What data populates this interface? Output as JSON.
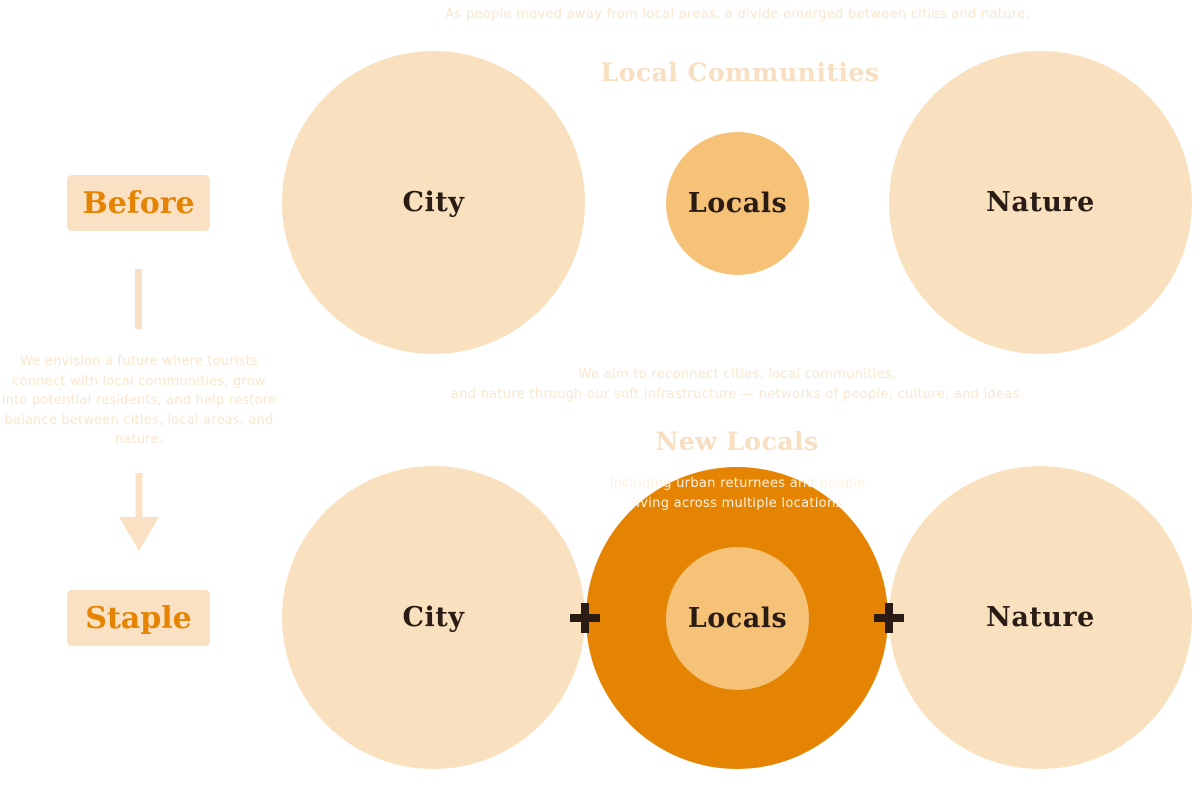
{
  "intro_text": "As people moved away from local areas, a divide emerged between cities and nature.",
  "before": {
    "heading": "Local Communities",
    "badge": "Before",
    "city_label": "City",
    "locals_label": "Locals",
    "nature_label": "Nature"
  },
  "transition": {
    "vision_text": "We envision a future where tourists connect with local communities, grow into potential residents, and help restore balance between cities, local areas, and nature.",
    "mission_line1": "We aim to reconnect cities, local communities,",
    "mission_line2": "and nature through our soft infrastructure — networks of people, culture, and ideas."
  },
  "after": {
    "heading": "New Locals",
    "badge": "Staple",
    "description": "Including urban returnees and people living across multiple locations",
    "city_label": "City",
    "locals_label": "Locals",
    "nature_label": "Nature",
    "connector": "+"
  },
  "colors": {
    "accent_orange": "#e58402",
    "light_peach": "#f9e1bf",
    "mid_peach": "#f5c278",
    "label_dark": "#2a1c14",
    "faint_text": "#fbe6cd"
  }
}
